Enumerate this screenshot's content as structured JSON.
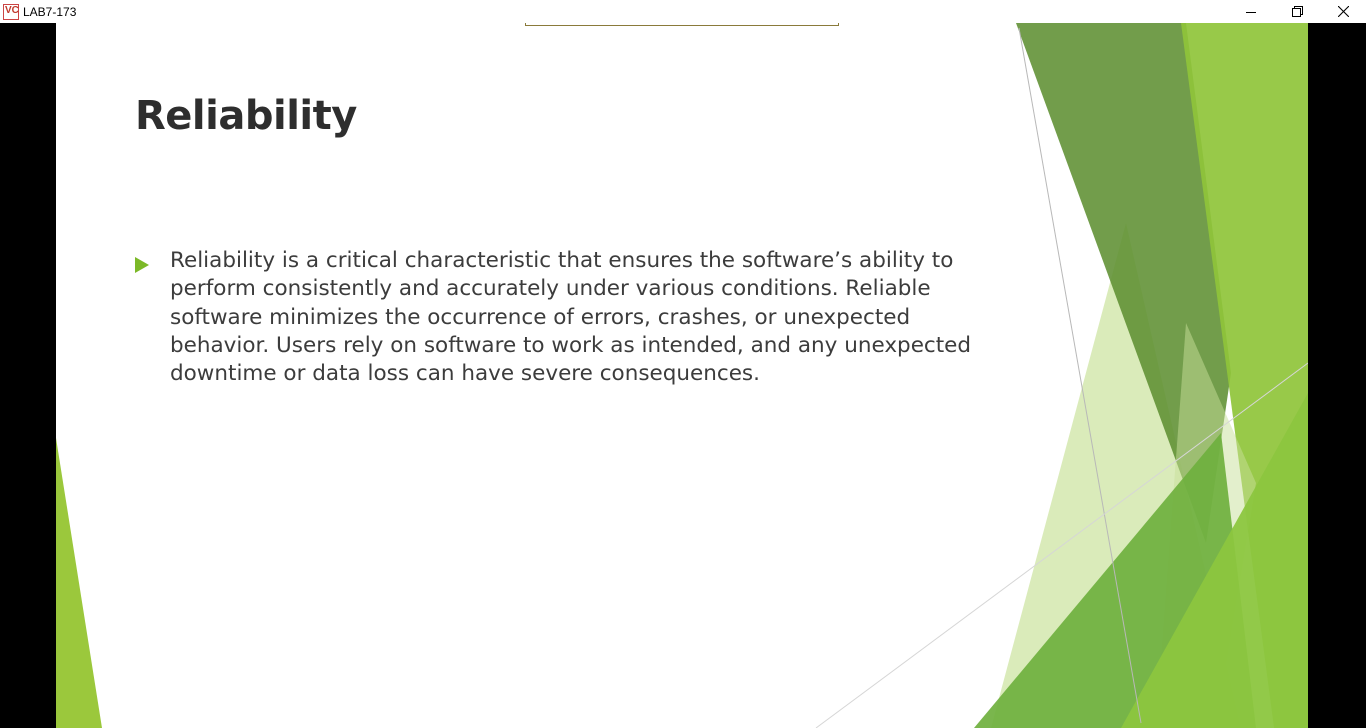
{
  "window": {
    "title": "LAB7-173",
    "icon_label": "VC"
  },
  "slide": {
    "title": "Reliability",
    "bullets": [
      "Reliability is a critical characteristic that ensures the software’s ability to perform consistently and accurately under various conditions. Reliable software minimizes the occurrence of errors, crashes, or unexpected behavior. Users rely on software to work as intended, and any unexpected downtime or data loss can have severe consequences."
    ]
  },
  "colors": {
    "bullet": "#7cb928",
    "green_light": "#9bc83c",
    "green_dark": "#5e8f32",
    "green_pale": "#d3e7ae"
  }
}
